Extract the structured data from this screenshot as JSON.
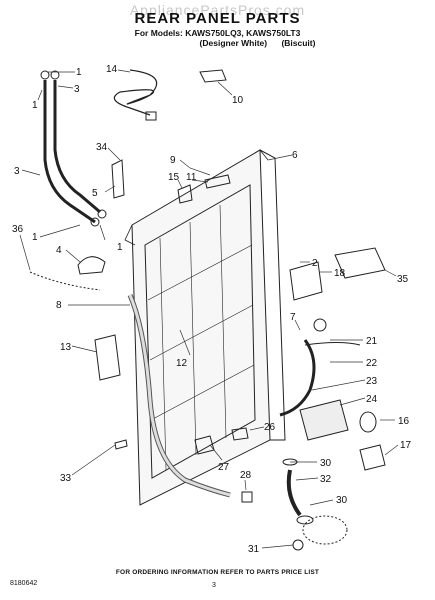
{
  "watermark": "AppliancePartsPros.com",
  "title": "REAR PANEL PARTS",
  "subtitle": "For Models: KAWS750LQ3, KAWS750LT3",
  "variant_a": "(Designer White)",
  "variant_b": "(Biscuit)",
  "footer": "FOR ORDERING INFORMATION REFER TO PARTS PRICE LIST",
  "doc_number": "8180642",
  "page_number": "3",
  "callouts": [
    "1",
    "3",
    "1",
    "14",
    "10",
    "34",
    "9",
    "6",
    "5",
    "15",
    "11",
    "3",
    "36",
    "1",
    "4",
    "1",
    "2",
    "18",
    "35",
    "8",
    "13",
    "7",
    "21",
    "22",
    "12",
    "23",
    "24",
    "16",
    "26",
    "17",
    "27",
    "30",
    "33",
    "28",
    "32",
    "30",
    "31"
  ]
}
